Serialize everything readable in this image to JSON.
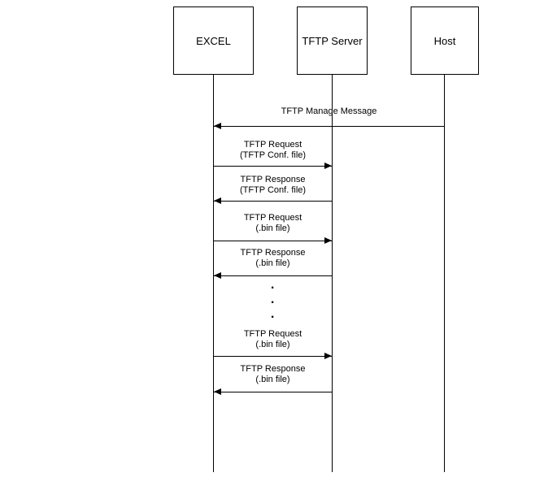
{
  "diagram": {
    "actors": [
      {
        "label": "EXCEL"
      },
      {
        "label": "TFTP Server"
      },
      {
        "label": "Host"
      }
    ],
    "messages": [
      {
        "line1": "TFTP Manage Message",
        "line2": "",
        "from": "Host",
        "to": "EXCEL"
      },
      {
        "line1": "TFTP Request",
        "line2": "(TFTP Conf. file)",
        "from": "EXCEL",
        "to": "TFTP Server"
      },
      {
        "line1": "TFTP Response",
        "line2": "(TFTP Conf. file)",
        "from": "TFTP Server",
        "to": "EXCEL"
      },
      {
        "line1": "TFTP Request",
        "line2": "(.bin file)",
        "from": "EXCEL",
        "to": "TFTP Server"
      },
      {
        "line1": "TFTP Response",
        "line2": "(.bin file)",
        "from": "TFTP Server",
        "to": "EXCEL"
      },
      {
        "line1": "TFTP Request",
        "line2": "(.bin file)",
        "from": "EXCEL",
        "to": "TFTP Server"
      },
      {
        "line1": "TFTP Response",
        "line2": "(.bin file)",
        "from": "TFTP Server",
        "to": "EXCEL"
      }
    ],
    "dots": [
      "·",
      "·",
      "·"
    ]
  }
}
